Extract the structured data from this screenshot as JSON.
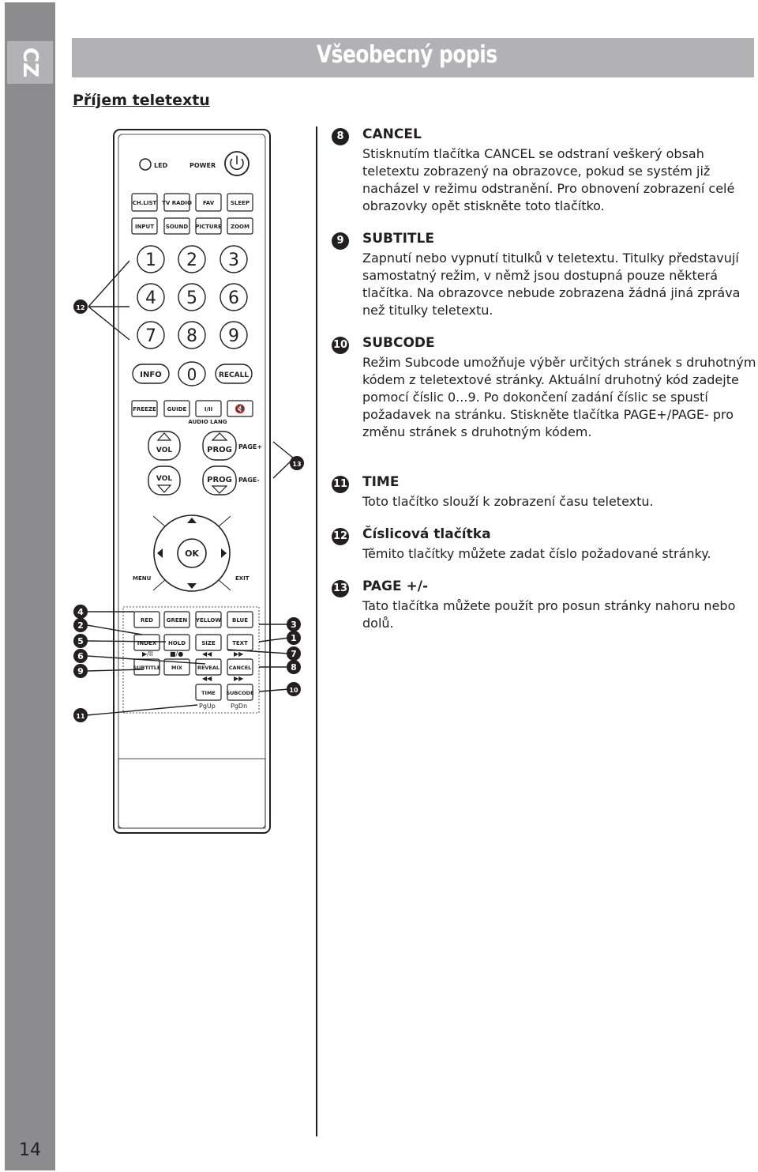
{
  "lang_code": "CZ",
  "page_number": "14",
  "header_title": "Všeobecný popis",
  "section_title": "Příjem teletextu",
  "remote": {
    "led": "LED",
    "power": "POWER",
    "row1": [
      "CH.LIST",
      "TV RADIO",
      "FAV",
      "SLEEP"
    ],
    "row2": [
      "INPUT",
      "SOUND",
      "PICTURE",
      "ZOOM"
    ],
    "digits": [
      "1",
      "2",
      "3",
      "4",
      "5",
      "6",
      "7",
      "8",
      "9"
    ],
    "info": "INFO",
    "zero": "0",
    "recall": "RECALL",
    "row_freeze": [
      "FREEZE",
      "GUIDE",
      "I/II"
    ],
    "audio_lang": "AUDIO LANG",
    "vol": "VOL",
    "prog": "PROG",
    "page_plus": "PAGE+",
    "page_minus": "PAGE-",
    "ok": "OK",
    "menu": "MENU",
    "exit": "EXIT",
    "colors": [
      "RED",
      "GREEN",
      "YELLOW",
      "BLUE"
    ],
    "row_index": [
      "INDEX",
      "HOLD",
      "SIZE",
      "TEXT"
    ],
    "row_subtitle": [
      "SUBTITLE",
      "MIX",
      "REVEAL",
      "CANCEL"
    ],
    "row_time": [
      "TIME",
      "SUBCODE"
    ],
    "pgup": "PgUp",
    "pgdn": "PgDn",
    "callouts": {
      "c12": "12",
      "c13": "13",
      "c4": "4",
      "c2": "2",
      "c5": "5",
      "c6": "6",
      "c9": "9",
      "c11": "11",
      "c3": "3",
      "c1": "1",
      "c7": "7",
      "c8": "8",
      "c10": "10"
    }
  },
  "items": [
    {
      "num": "8",
      "title": "CANCEL",
      "text": "Stisknutím tlačítka CANCEL se odstraní veškerý obsah teletextu zobrazený na obrazovce, pokud se systém již nacházel v režimu odstranění. Pro obnovení zobrazení celé obrazovky opět stiskněte toto tlačítko."
    },
    {
      "num": "9",
      "title": "SUBTITLE",
      "text": "Zapnutí nebo vypnutí titulků v teletextu. Titulky představují samostatný režim, v němž jsou dostupná pouze některá tlačítka. Na obrazovce nebude zobrazena žádná jiná zpráva než titulky teletextu."
    },
    {
      "num": "10",
      "title": "SUBCODE",
      "text": "Režim Subcode umožňuje výběr určitých stránek s druhotným kódem z teletextové stránky. Aktuální druhotný kód zadejte pomocí číslic 0...9. Po dokončení zadání číslic se spustí požadavek na stránku. Stiskněte tlačítka PAGE+/PAGE- pro změnu stránek s druhotným kódem."
    },
    {
      "num": "11",
      "title": "TIME",
      "text": "Toto tlačítko slouží k zobrazení času teletextu."
    },
    {
      "num": "12",
      "title": "Číslicová tlačítka",
      "text": "Těmito tlačítky můžete zadat číslo požadované stránky."
    },
    {
      "num": "13",
      "title": "PAGE +/-",
      "text": "Tato tlačítka můžete použít pro posun stránky nahoru nebo dolů."
    }
  ]
}
